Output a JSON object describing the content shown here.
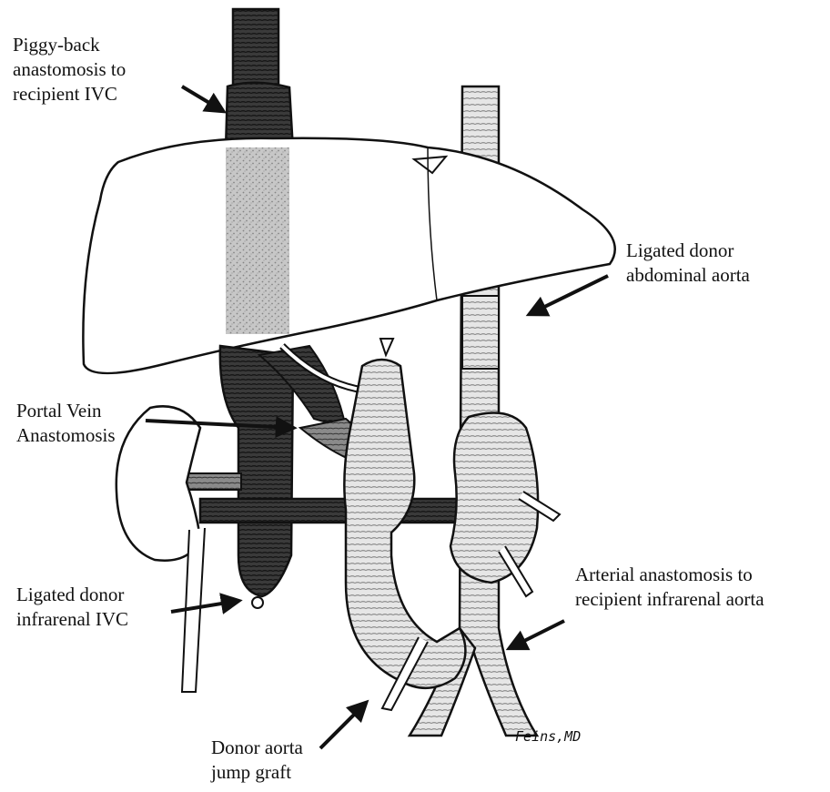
{
  "labels": {
    "piggyback": [
      "Piggy-back",
      "anastomosis to",
      "recipient IVC"
    ],
    "ligated_aorta": [
      "Ligated donor",
      "abdominal aorta"
    ],
    "portal_vein": [
      "Portal Vein",
      "Anastomosis"
    ],
    "arterial": [
      "Arterial anastomosis to",
      "recipient infrarenal aorta"
    ],
    "ligated_ivc": [
      "Ligated donor",
      "infrarenal IVC"
    ],
    "jump_graft": [
      "Donor aorta",
      "jump graft"
    ]
  },
  "signature": "Feins,MD",
  "colors": {
    "ink": "#111111",
    "vessel_dark": "#2b2b2b",
    "vessel_mid": "#6a6a6a",
    "vessel_light": "#cfcfcf",
    "liver_fill": "#ffffff"
  }
}
